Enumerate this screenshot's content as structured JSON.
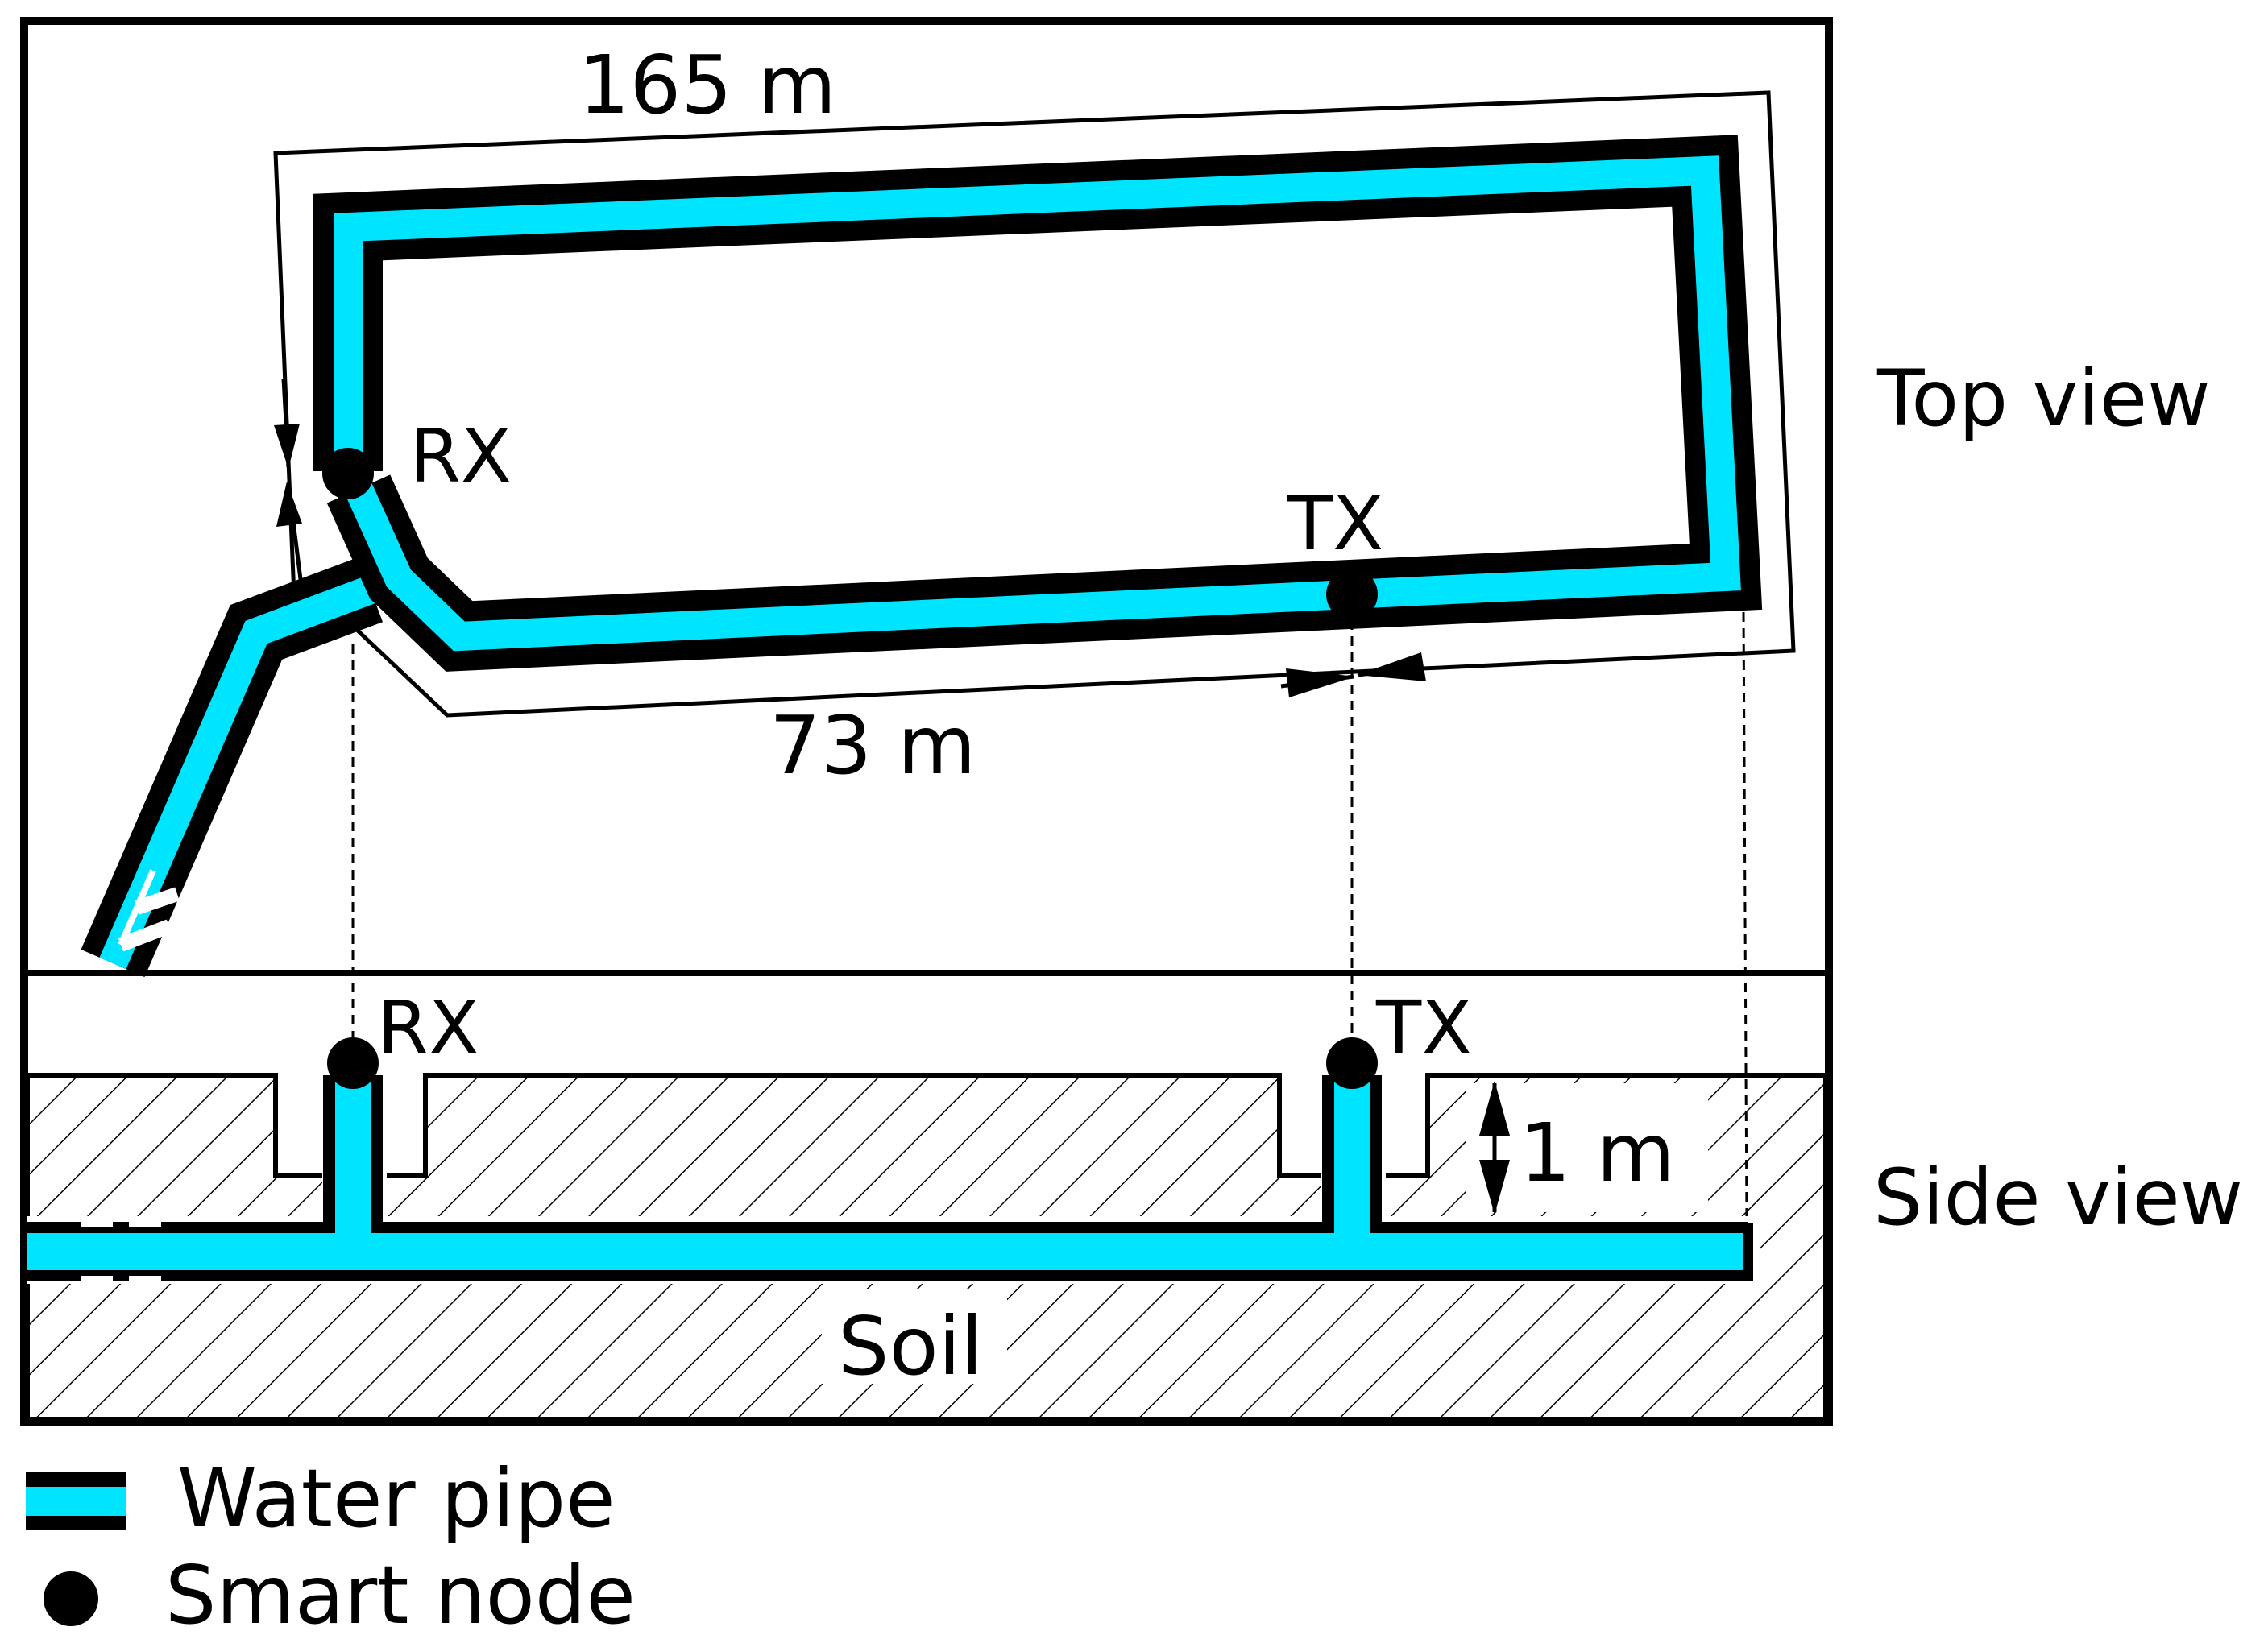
{
  "labels": {
    "length_top": "165 m",
    "distance_bottom": "73 m",
    "top_view": "Top view",
    "side_view": "Side view",
    "rx_top": "RX",
    "tx_top": "TX",
    "rx_side": "RX",
    "tx_side": "TX",
    "depth": "1 m",
    "soil": "Soil"
  },
  "legend": {
    "water_pipe": "Water pipe",
    "smart_node": "Smart node"
  },
  "colors": {
    "pipe_water": "#00e5ff",
    "pipe_wall": "#000000",
    "outline": "#000000",
    "background": "#ffffff",
    "node": "#000000"
  }
}
